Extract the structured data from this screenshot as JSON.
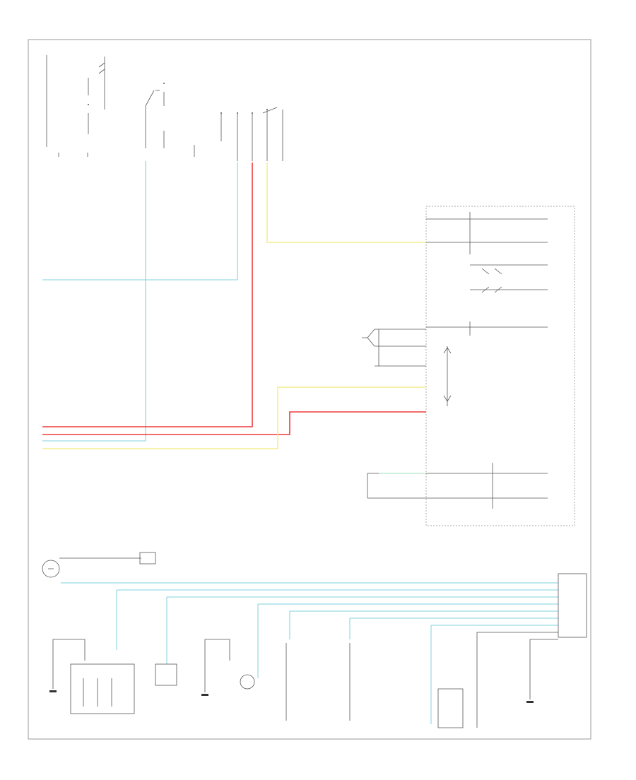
{
  "diagram": {
    "frame_label": "",
    "page_ref": "",
    "colors": {
      "line": "#444444",
      "light_blue": "#7fd3df",
      "red": "#ef3b3b",
      "yellow": "#f0ea7a",
      "frame": "#999999"
    },
    "components": [
      {
        "id": "hazard-switch",
        "name": "",
        "kind": "switch"
      },
      {
        "id": "junction-box",
        "name": "",
        "kind": "connector"
      },
      {
        "id": "fuse-block",
        "name": "",
        "kind": "fuse"
      },
      {
        "id": "combination-meter",
        "name": "",
        "kind": "module"
      },
      {
        "id": "ground-points",
        "name": "",
        "kind": "ground"
      }
    ],
    "wires": [
      {
        "id": "w-lt-blu",
        "color": "light_blue"
      },
      {
        "id": "w-red-1",
        "color": "red"
      },
      {
        "id": "w-red-2",
        "color": "red"
      },
      {
        "id": "w-yel-1",
        "color": "yellow"
      },
      {
        "id": "w-yel-2",
        "color": "yellow"
      }
    ],
    "labels": {
      "top_center_block": "",
      "left_block": "",
      "meter_caption": "",
      "legend_block": ""
    }
  }
}
